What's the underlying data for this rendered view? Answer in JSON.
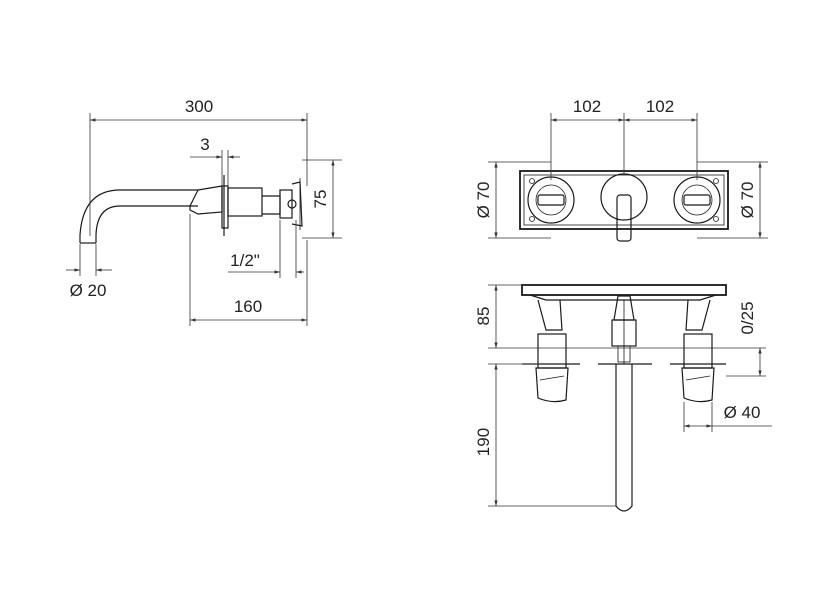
{
  "dimensions": {
    "side_width": "300",
    "side_plate": "3",
    "side_height": "75",
    "side_thread": "1/2\"",
    "side_diameter": "Ø 20",
    "side_projection": "160",
    "front_left_spacing": "102",
    "front_right_spacing": "102",
    "front_left_height": "Ø 70",
    "front_right_height": "Ø 70",
    "top_depth": "85",
    "top_adjust": "0/25",
    "top_diameter": "Ø 40",
    "top_spout": "190"
  }
}
